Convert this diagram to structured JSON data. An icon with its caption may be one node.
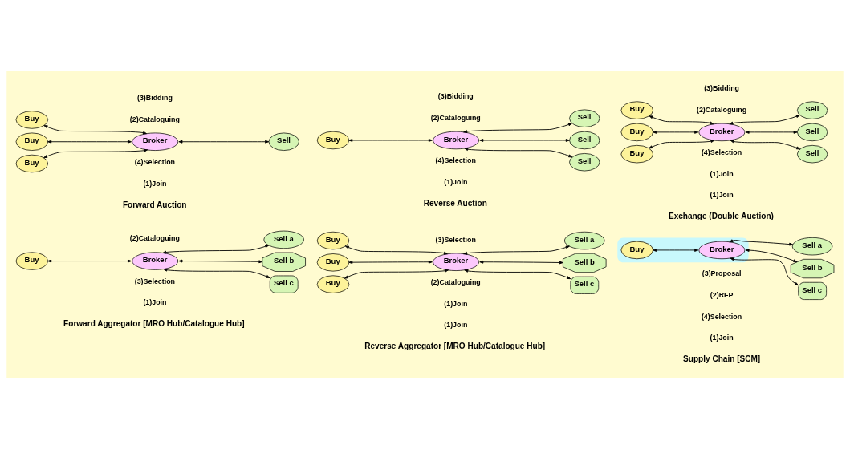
{
  "diagram": {
    "nodes": [
      {
        "text": [
          "Buy"
        ]
      },
      {
        "text": [
          "Buy"
        ]
      },
      {
        "text": [
          "Broker"
        ]
      },
      {
        "text": [
          "Sell"
        ]
      },
      {
        "text": [
          "Buy"
        ]
      },
      {
        "text": [
          "Sell"
        ]
      },
      {
        "text": [
          "Buy"
        ]
      },
      {
        "text": [
          "Broker"
        ]
      },
      {
        "text": [
          "Sell"
        ]
      },
      {
        "text": [
          "Sell"
        ]
      },
      {
        "text": [
          "Buy"
        ]
      },
      {
        "text": [
          "Sell"
        ]
      },
      {
        "text": [
          "Buy"
        ]
      },
      {
        "text": [
          "Broker"
        ]
      },
      {
        "text": [
          "Sell"
        ]
      },
      {
        "text": [
          "Buy"
        ]
      },
      {
        "text": [
          "Sell"
        ]
      },
      {
        "text": [
          "Sell a"
        ]
      },
      {
        "text": [
          "Buy"
        ]
      },
      {
        "text": [
          "Broker"
        ]
      },
      {
        "text": [
          "Sell b"
        ]
      },
      {
        "text": [
          "Sell c"
        ]
      },
      {
        "text": [
          "Buy"
        ]
      },
      {
        "text": [
          "Sell a"
        ]
      },
      {
        "text": [
          "Buy"
        ]
      },
      {
        "text": [
          "Broker"
        ]
      },
      {
        "text": [
          "Sell b"
        ]
      },
      {
        "text": [
          "Buy"
        ]
      },
      {
        "text": [
          "Sell c"
        ]
      },
      {
        "text": [],
        "shape": "ellipse"
      },
      {
        "text": [
          "Buy"
        ],
        "in": 29
      },
      {
        "text": [
          "Broker"
        ],
        "in": 29
      },
      {
        "text": [
          "Sell a"
        ]
      },
      {
        "text": [
          "Sell b"
        ]
      },
      {
        "text": [
          "Sell c"
        ]
      }
    ],
    "edges": [
      {
        "from": 0,
        "to": 2,
        "arrow": "both"
      },
      {
        "from": 1,
        "to": 2,
        "arrow": "both"
      },
      {
        "from": 2,
        "to": 3,
        "arrow": "both"
      },
      {
        "from": 4,
        "to": 2,
        "arrow": "both"
      },
      {
        "from": 7,
        "to": 5,
        "arrow": "both"
      },
      {
        "from": 6,
        "to": 7,
        "arrow": "both"
      },
      {
        "from": 7,
        "to": 8,
        "arrow": "both"
      },
      {
        "from": 7,
        "to": 9,
        "arrow": "both"
      },
      {
        "from": 10,
        "to": 13,
        "arrow": "both"
      },
      {
        "from": 13,
        "to": 11,
        "arrow": "both"
      },
      {
        "from": 12,
        "to": 13,
        "arrow": "both"
      },
      {
        "from": 13,
        "to": 14,
        "arrow": "both"
      },
      {
        "from": 15,
        "to": 13,
        "arrow": "both"
      },
      {
        "from": 13,
        "to": 16,
        "arrow": "both"
      },
      {
        "from": 19,
        "to": 17,
        "arrow": "both"
      },
      {
        "from": 18,
        "to": 19,
        "arrow": "both"
      },
      {
        "from": 19,
        "to": 20,
        "arrow": "both"
      },
      {
        "from": 19,
        "to": 21,
        "arrow": "both"
      },
      {
        "from": 22,
        "to": 25,
        "arrow": "both"
      },
      {
        "from": 25,
        "to": 23,
        "arrow": "both"
      },
      {
        "from": 24,
        "to": 25,
        "arrow": "both"
      },
      {
        "from": 25,
        "to": 26,
        "arrow": "both"
      },
      {
        "from": 27,
        "to": 25,
        "arrow": "both"
      },
      {
        "from": 25,
        "to": 28,
        "arrow": "both"
      },
      {
        "from": 30,
        "to": 31,
        "arrow": "both"
      },
      {
        "from": 31,
        "to": 32,
        "arrow": "both"
      },
      {
        "from": 31,
        "to": 33,
        "arrow": "both"
      },
      {
        "from": 31,
        "to": 34,
        "arrow": "both"
      }
    ],
    "labels": [
      "(3)Bidding",
      "(2)Cataloguing",
      "(4)Selection",
      "(1)Join",
      "Forward Auction",
      "(3)Bidding",
      "(2)Cataloguing",
      "(4)Selection",
      "(1)Join",
      "Reverse Auction",
      "(3)Bidding",
      "(2)Cataloguing",
      "(4)Selection",
      "(1)Join",
      "(1)Join",
      "Exchange (Double Auction)",
      "(2)Cataloguing",
      "(3)Selection",
      "(1)Join",
      "Forward Aggregator [MRO Hub/Catalogue Hub]",
      "(3)Selection",
      "(2)Cataloguing",
      "(1)Join",
      "(1)Join",
      "Reverse Aggregator [MRO Hub/Catalogue Hub]",
      "(3)Proposal",
      "(2)RFP",
      "(4)Selection",
      "(1)Join",
      "Supply Chain [SCM]"
    ]
  }
}
